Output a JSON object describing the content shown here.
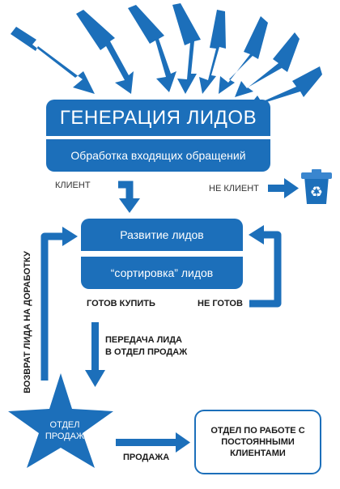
{
  "diagram": {
    "title": "ГЕНЕРАЦИЯ ЛИДОВ",
    "incoming": "Обработка входящих обращений",
    "client": "КЛИЕНТ",
    "not_client": "НЕ КЛИЕНТ",
    "nurture": "Развитие лидов",
    "sorting": "“сортировка” лидов",
    "ready": "ГОТОВ КУПИТЬ",
    "not_ready": "НЕ ГОТОВ",
    "handoff_line1": "ПЕРЕДАЧА ЛИДА",
    "handoff_line2": "В ОТДЕЛ ПРОДАЖ",
    "return": "ВОЗВРАТ ЛИДА НА ДОРАБОТКУ",
    "sales_line1": "ОТДЕЛ",
    "sales_line2": "ПРОДАЖ",
    "sale": "ПРОДАЖА",
    "regular_line1": "ОТДЕЛ ПО РАБОТЕ С",
    "regular_line2": "ПОСТОЯННЫМИ",
    "regular_line3": "КЛИЕНТАМИ"
  },
  "icons": {
    "trash": "recycle-bin-icon"
  },
  "colors": {
    "primary": "#1c6fba",
    "text": "#1a1a1a",
    "background": "#ffffff"
  }
}
